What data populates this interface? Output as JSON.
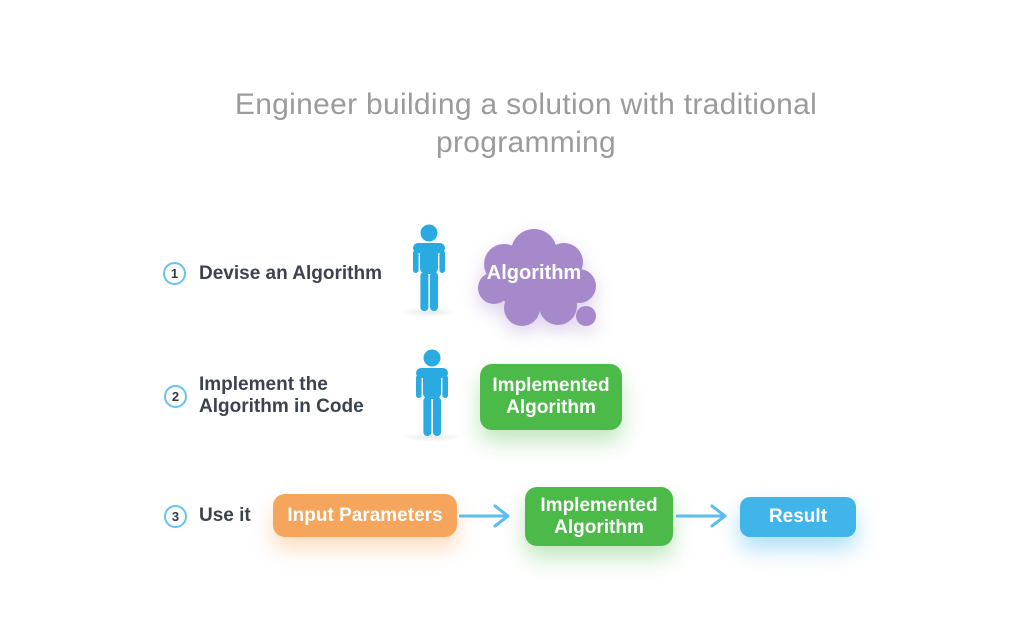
{
  "title": {
    "text": "Engineer building a solution with traditional programming",
    "color": "#9b9b9b"
  },
  "steps": [
    {
      "number": "1",
      "label": "Devise an Algorithm"
    },
    {
      "number": "2",
      "line1": "Implement the",
      "line2": "Algorithm in Code"
    },
    {
      "number": "3",
      "label": "Use it"
    }
  ],
  "row1": {
    "cloud_label": "Algorithm",
    "cloud_color": "#a689cb"
  },
  "row2": {
    "box_line1": "Implemented",
    "box_line2": "Algorithm",
    "box_color": "#4cba49"
  },
  "row3": {
    "input_label": "Input Parameters",
    "input_color": "#f5a55c",
    "algo_line1": "Implemented",
    "algo_line2": "Algorithm",
    "algo_color": "#4cba49",
    "result_label": "Result",
    "result_color": "#41b4e9"
  },
  "icons": {
    "person_icon_color": "#29abe2",
    "arrow_icon_color": "#5bbdf2",
    "step_badge_ring_color": "#66c3f1"
  },
  "text_colors": {
    "step_label": "#3c434e",
    "badge_number": "#333b48"
  }
}
